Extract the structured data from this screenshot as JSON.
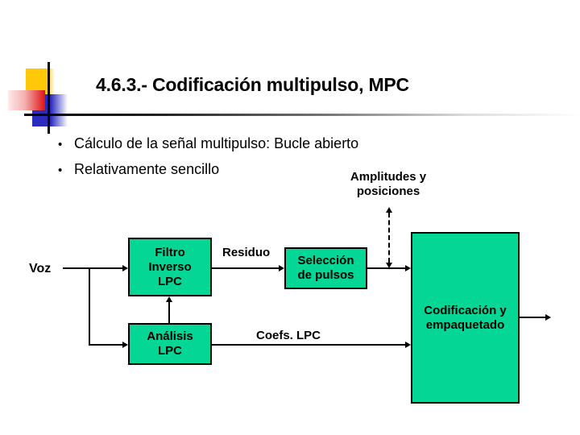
{
  "slide": {
    "title": "4.6.3.- Codificación multipulso, MPC",
    "bullet_char": "•",
    "bullets": [
      "Cálculo de la señal multipulso: Bucle abierto",
      "Relativamente sencillo"
    ]
  },
  "diagram": {
    "input_label": "Voz",
    "annotation": {
      "line1": "Amplitudes y",
      "line2": "posiciones"
    },
    "signal_labels": {
      "residuo": "Residuo",
      "coefs": "Coefs. LPC"
    },
    "boxes": {
      "filtro": {
        "lines": [
          "Filtro",
          "Inverso",
          "LPC"
        ]
      },
      "analisis": {
        "lines": [
          "Análisis",
          "LPC"
        ]
      },
      "seleccion": {
        "lines": [
          "Selección",
          "de pulsos"
        ]
      },
      "codificacion": {
        "lines": [
          "Codificación y",
          "empaquetado"
        ]
      }
    }
  },
  "colors": {
    "box_fill": "#04D795",
    "box_border": "#000000",
    "line_color": "#000000",
    "title_color": "#000000",
    "accent_yellow": "#FFC808",
    "accent_red": "#DD1414",
    "accent_blue": "#2B2BC0",
    "background": "#FFFFFF"
  }
}
